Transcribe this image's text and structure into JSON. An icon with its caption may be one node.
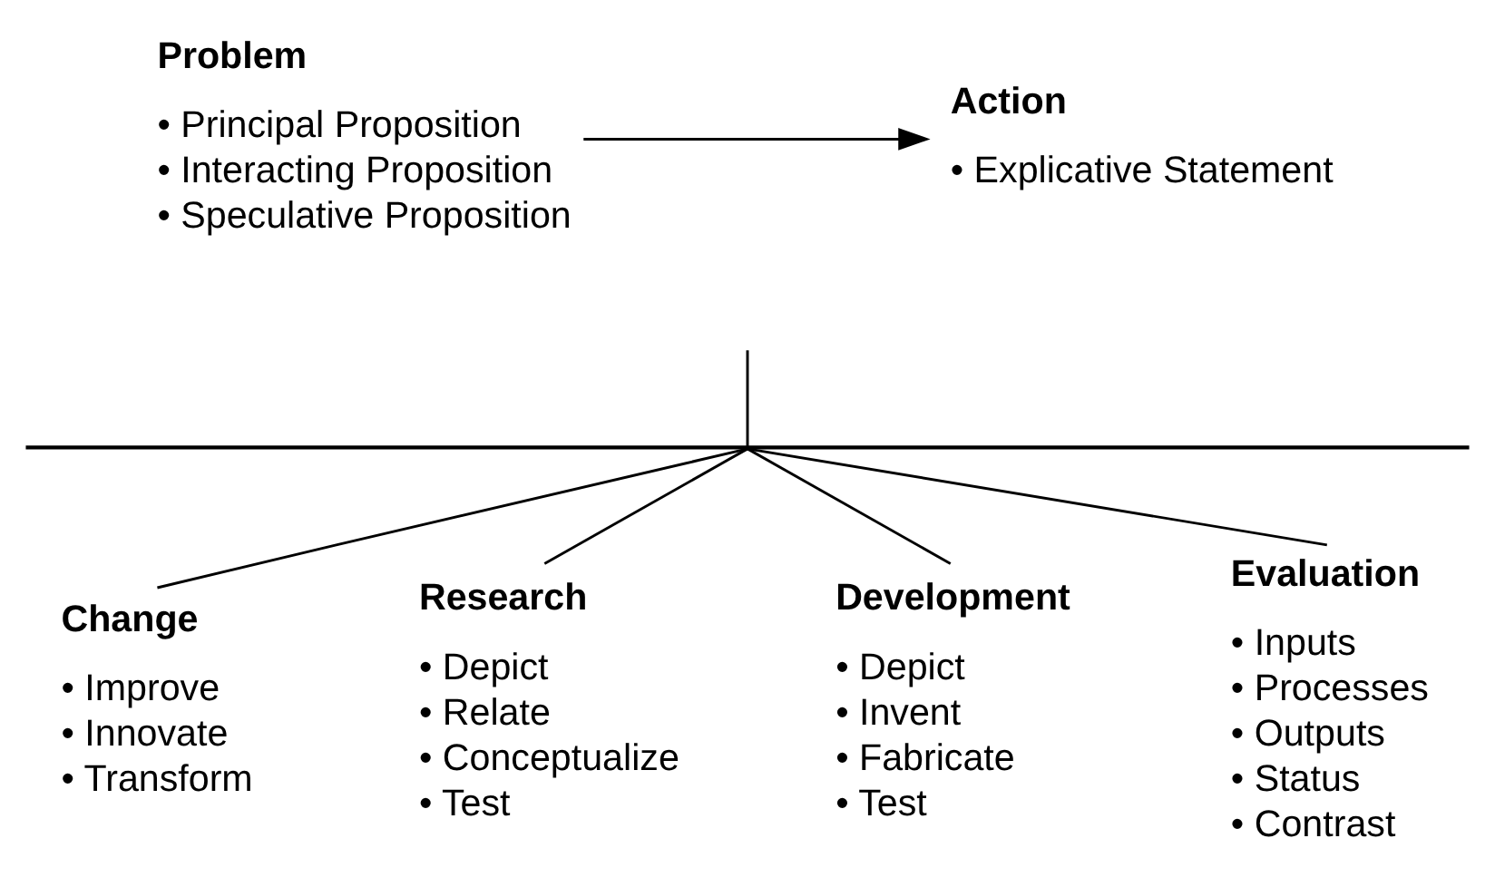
{
  "diagram": {
    "nodes": [
      {
        "text": [
          "Problem",
          "• Principal Proposition",
          "• Interacting Proposition",
          "• Speculative Proposition"
        ]
      },
      {
        "text": [
          "Action",
          "• Explicative Statement"
        ]
      },
      {
        "text": [],
        "shape": "bar"
      },
      {
        "text": [
          "Change",
          "• Improve",
          "• Innovate",
          "• Transform"
        ]
      },
      {
        "text": [
          "Research",
          "• Depict",
          "• Relate",
          "• Conceptualize",
          "• Test"
        ]
      },
      {
        "text": [
          "Development",
          "• Depict",
          "• Invent",
          "• Fabricate",
          "• Test"
        ]
      },
      {
        "text": [
          "Evaluation",
          "• Inputs",
          "• Processes",
          "• Outputs",
          "• Status",
          "• Contrast"
        ]
      }
    ],
    "edges": [
      {
        "from": 0,
        "to": 1,
        "arrow": "to"
      },
      {
        "from": null,
        "to": 2,
        "arrow": "none"
      },
      {
        "from": 2,
        "to": 3,
        "arrow": "none"
      },
      {
        "from": 2,
        "to": 4,
        "arrow": "none"
      },
      {
        "from": 2,
        "to": 5,
        "arrow": "none"
      },
      {
        "from": 2,
        "to": 6,
        "arrow": "none"
      }
    ]
  }
}
